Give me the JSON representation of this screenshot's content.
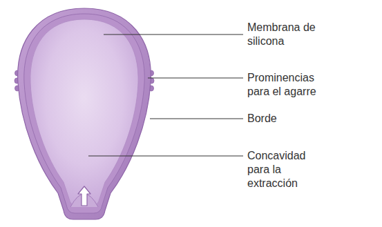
{
  "diagram": {
    "labels": [
      "Membrana de silicona",
      "Prominencias para el agarre",
      "Borde",
      "Concavidad para la extracción"
    ]
  }
}
